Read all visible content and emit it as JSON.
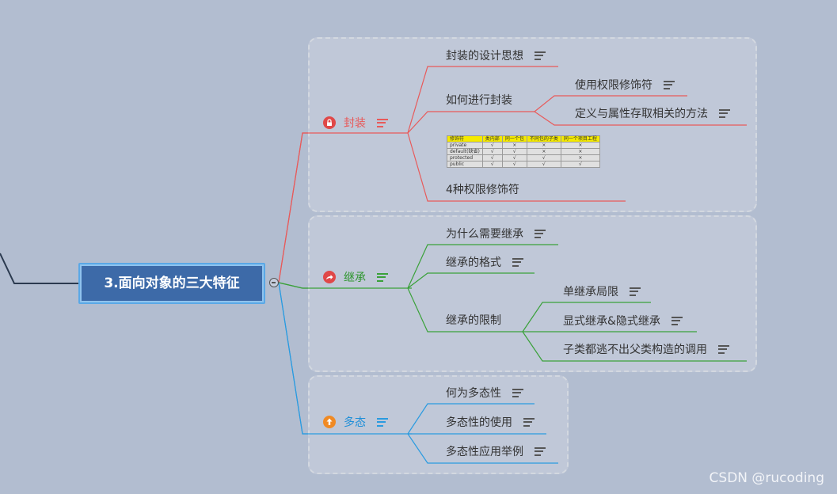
{
  "central": {
    "title": "3.面向对象的三大特征"
  },
  "branches": [
    {
      "name": "封装",
      "color": "#e85a5a",
      "icon": "lock-icon",
      "children": [
        {
          "label": "封装的设计思想"
        },
        {
          "label": "如何进行封装",
          "children": [
            {
              "label": "使用权限修饰符"
            },
            {
              "label": "定义与属性存取相关的方法"
            }
          ]
        },
        {
          "label": "4种权限修饰符"
        }
      ],
      "table": {
        "header": [
          "修饰符",
          "类内部",
          "同一个包",
          "不同包的子类",
          "同一个项目工程"
        ],
        "rows": [
          [
            "private",
            "√",
            "×",
            "×",
            "×"
          ],
          [
            "default(缺省)",
            "√",
            "√",
            "×",
            "×"
          ],
          [
            "protected",
            "√",
            "√",
            "√",
            "×"
          ],
          [
            "public",
            "√",
            "√",
            "√",
            "√"
          ]
        ]
      }
    },
    {
      "name": "继承",
      "color": "#3aa13a",
      "icon": "share-arrow-icon",
      "children": [
        {
          "label": "为什么需要继承"
        },
        {
          "label": "继承的格式"
        },
        {
          "label": "继承的限制",
          "children": [
            {
              "label": "单继承局限"
            },
            {
              "label": "显式继承&隐式继承"
            },
            {
              "label": "子类都逃不出父类构造的调用"
            }
          ]
        }
      ]
    },
    {
      "name": "多态",
      "color": "#2a9be0",
      "icon": "up-arrow-icon",
      "children": [
        {
          "label": "何为多态性"
        },
        {
          "label": "多态性的使用"
        },
        {
          "label": "多态性应用举例"
        }
      ]
    }
  ],
  "watermark": "CSDN @rucoding"
}
